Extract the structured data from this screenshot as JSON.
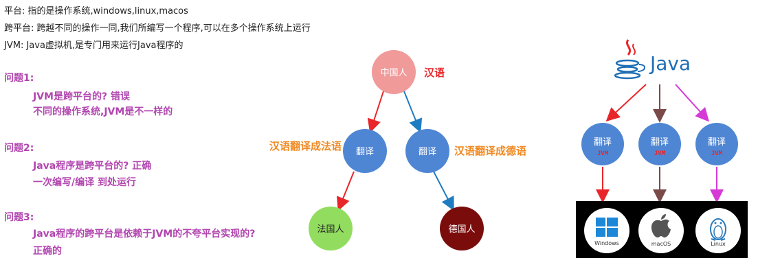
{
  "intro": {
    "line1": "平台: 指的是操作系统,windows,linux,macos",
    "line2": "跨平台: 跨越不同的操作一同,我们所编写一个程序,可以在多个操作系统上运行",
    "line3": "JVM: Java虚拟机,是专门用来运行Java程序的"
  },
  "questions": [
    {
      "title": "问题1:",
      "lines": [
        "JVM是跨平台的? 错误",
        "不同的操作系统,JVM是不一样的"
      ]
    },
    {
      "title": "问题2:",
      "lines": [
        "Java程序是跨平台的? 正确",
        "一次编写/编译 到处运行"
      ]
    },
    {
      "title": "问题3:",
      "lines": [
        "Java程序的跨平台是依赖于JVM的不夸平台实现的?",
        "正确的"
      ]
    }
  ],
  "tree": {
    "root": "中国人",
    "root_label": "汉语",
    "left": "翻译",
    "left_label": "汉语翻译成法语",
    "right": "翻译",
    "right_label": "汉语翻译成德语",
    "leaf_left": "法国人",
    "leaf_right": "德国人"
  },
  "java_diagram": {
    "logo_text": "Java",
    "nodes": [
      {
        "title": "翻译",
        "sub": "JVM"
      },
      {
        "title": "翻译",
        "sub": "JVM"
      },
      {
        "title": "翻译",
        "sub": "JVM"
      }
    ],
    "os": [
      "Windows",
      "macOS",
      "Linux"
    ]
  },
  "colors": {
    "purple": "#b246b0",
    "red": "#e8262a",
    "blue": "#1f7cc1",
    "orange": "#f08a24",
    "node_blue": "#4f86d4",
    "root_pink": "#f09a9a",
    "leaf_green": "#92dd5f",
    "leaf_darkred": "#7a0c0c",
    "brown": "#7a4a4a",
    "magenta": "#d63ad6"
  }
}
